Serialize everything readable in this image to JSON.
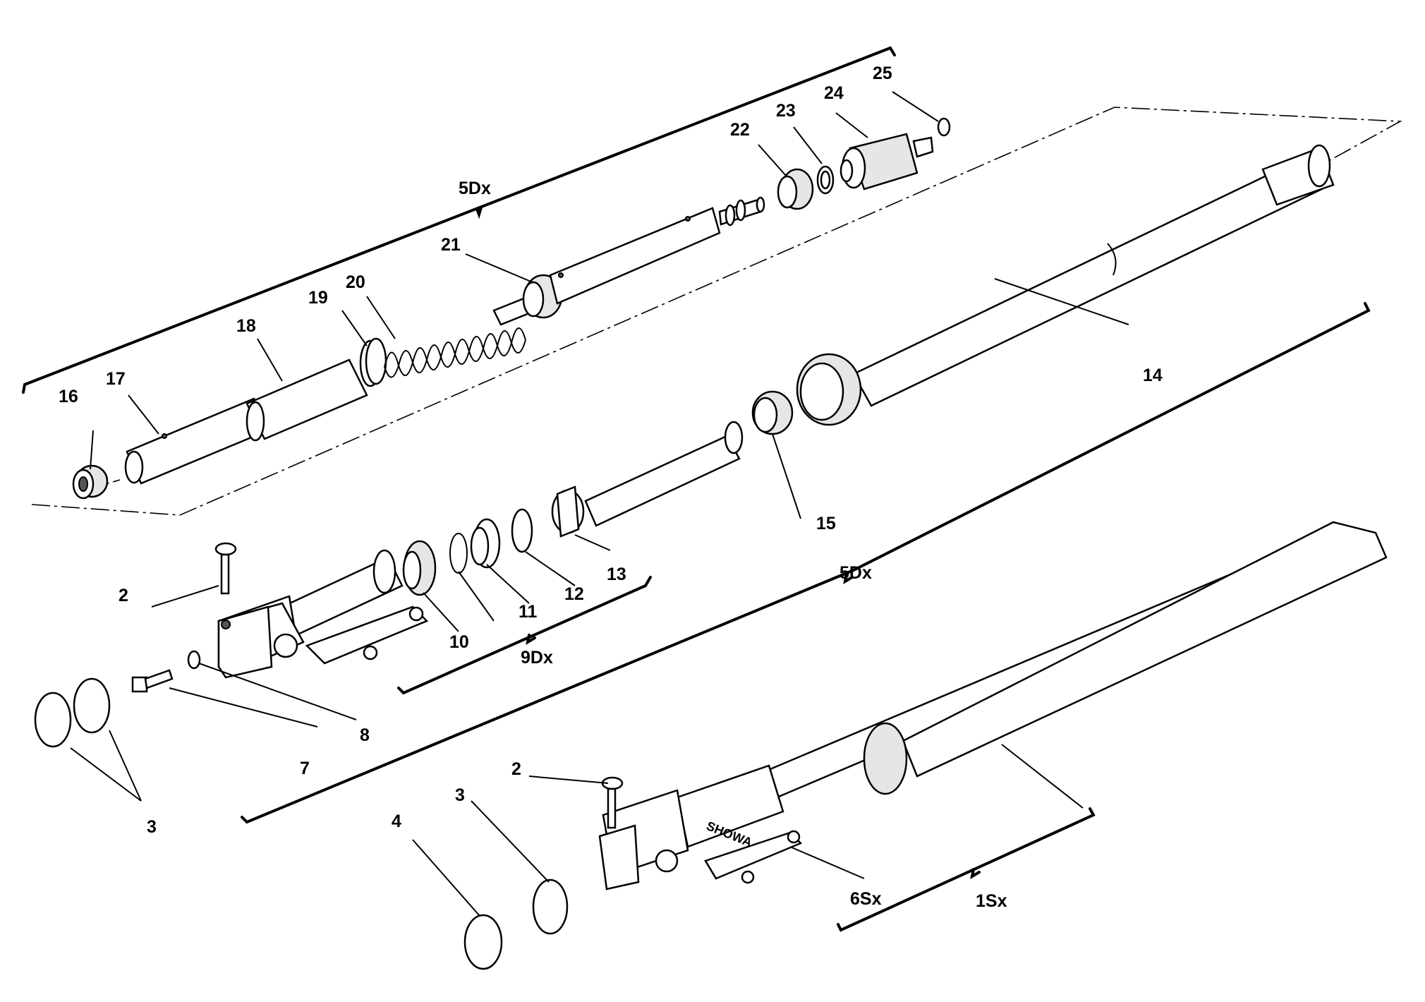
{
  "labels": {
    "p2a": "2",
    "p2b": "2",
    "p3a": "3",
    "p3b": "3",
    "p4": "4",
    "p7": "7",
    "p8": "8",
    "p10": "10",
    "p11": "11",
    "p12": "12",
    "p13": "13",
    "p14": "14",
    "p15": "15",
    "p16": "16",
    "p17": "17",
    "p18": "18",
    "p19": "19",
    "p20": "20",
    "p21": "21",
    "p22": "22",
    "p23": "23",
    "p24": "24",
    "p25": "25",
    "g5Dx_top": "5Dx",
    "g5Dx_mid": "5Dx",
    "g9Dx": "9Dx",
    "g6Sx": "6Sx",
    "g1Sx": "1Sx",
    "logo_text": "SHOWA"
  }
}
